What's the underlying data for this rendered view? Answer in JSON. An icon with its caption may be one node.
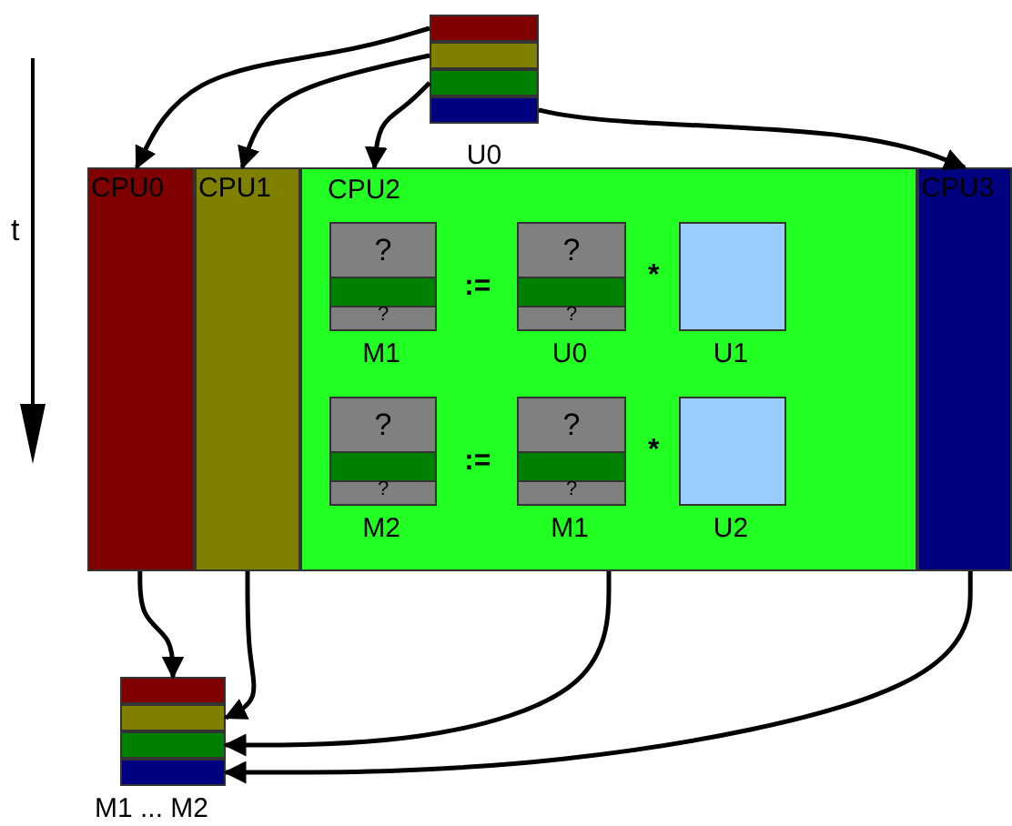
{
  "diagram": {
    "nodes": [
      {
        "text": [],
        "shape": "box"
      },
      {
        "text": [],
        "shape": "box"
      },
      {
        "text": [],
        "shape": "box"
      },
      {
        "text": [],
        "shape": "box"
      },
      {
        "text": [
          "CPU0"
        ]
      },
      {
        "text": [
          "CPU1"
        ]
      },
      {
        "text": [
          "CPU2"
        ]
      },
      {
        "text": [
          "?",
          "?"
        ],
        "in": 6,
        "beside": [
          "M1"
        ]
      },
      {
        "text": [
          "?",
          "?"
        ],
        "in": 6,
        "beside": [
          "U0"
        ]
      },
      {
        "text": [],
        "shape": "box",
        "in": 6,
        "beside": [
          "U1"
        ]
      },
      {
        "text": [
          "?",
          "?"
        ],
        "in": 6,
        "beside": [
          "M2"
        ]
      },
      {
        "text": [
          "?",
          "?"
        ],
        "in": 6,
        "beside": [
          "M1"
        ]
      },
      {
        "text": [],
        "shape": "box",
        "in": 6,
        "beside": [
          "U2"
        ]
      },
      {
        "text": [
          "CPU3"
        ]
      },
      {
        "text": [],
        "shape": "box"
      },
      {
        "text": [],
        "shape": "box"
      },
      {
        "text": [],
        "shape": "box"
      },
      {
        "text": [],
        "shape": "box"
      }
    ],
    "edges": [
      {
        "from": 0,
        "to": 4,
        "arrow": "to"
      },
      {
        "from": 1,
        "to": 5,
        "arrow": "to"
      },
      {
        "from": 2,
        "to": 6,
        "arrow": "to"
      },
      {
        "from": 3,
        "to": 13,
        "arrow": "to"
      },
      {
        "from": 4,
        "to": 14,
        "arrow": "to"
      },
      {
        "from": 5,
        "to": 15,
        "arrow": "to"
      },
      {
        "from": 6,
        "to": 16,
        "arrow": "to"
      },
      {
        "from": 13,
        "to": 17,
        "arrow": "to"
      }
    ],
    "labels": [
      "U0",
      "t",
      ":=",
      "*",
      ":=",
      "*",
      "M1 ... M2"
    ]
  }
}
